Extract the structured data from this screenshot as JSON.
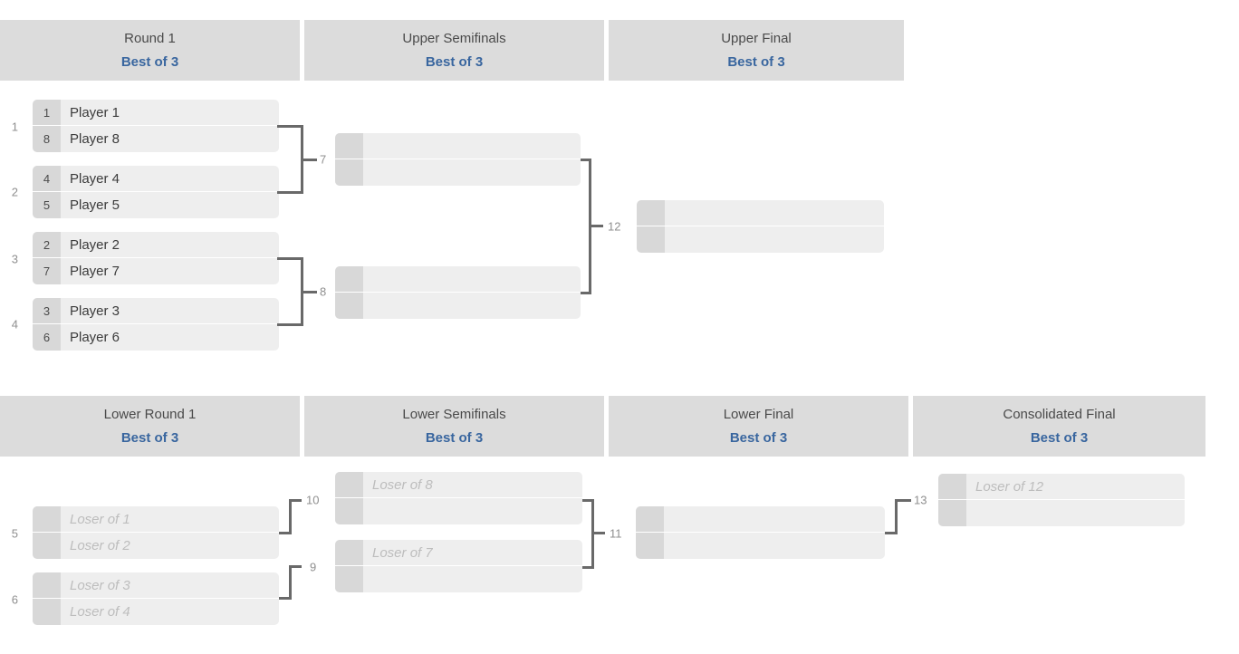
{
  "colors": {
    "best_of_text": "#39669f",
    "header_bg": "#dcdcdc",
    "slot_bg": "#eeeeee",
    "seed_bg": "#d8d8d8",
    "connector": "#696969"
  },
  "upper_bracket": {
    "headers": [
      {
        "title": "Round 1",
        "subtitle": "Best of 3"
      },
      {
        "title": "Upper Semifinals",
        "subtitle": "Best of 3"
      },
      {
        "title": "Upper Final",
        "subtitle": "Best of 3"
      }
    ],
    "matches": {
      "m1": {
        "number": "1",
        "slots": [
          {
            "seed": "1",
            "name": "Player 1"
          },
          {
            "seed": "8",
            "name": "Player 8"
          }
        ]
      },
      "m2": {
        "number": "2",
        "slots": [
          {
            "seed": "4",
            "name": "Player 4"
          },
          {
            "seed": "5",
            "name": "Player 5"
          }
        ]
      },
      "m3": {
        "number": "3",
        "slots": [
          {
            "seed": "2",
            "name": "Player 2"
          },
          {
            "seed": "7",
            "name": "Player 7"
          }
        ]
      },
      "m4": {
        "number": "4",
        "slots": [
          {
            "seed": "3",
            "name": "Player 3"
          },
          {
            "seed": "6",
            "name": "Player 6"
          }
        ]
      },
      "m7": {
        "number": "7",
        "slots": [
          {
            "seed": "",
            "name": ""
          },
          {
            "seed": "",
            "name": ""
          }
        ]
      },
      "m8": {
        "number": "8",
        "slots": [
          {
            "seed": "",
            "name": ""
          },
          {
            "seed": "",
            "name": ""
          }
        ]
      },
      "m12": {
        "number": "12",
        "slots": [
          {
            "seed": "",
            "name": ""
          },
          {
            "seed": "",
            "name": ""
          }
        ]
      }
    }
  },
  "lower_bracket": {
    "headers": [
      {
        "title": "Lower Round 1",
        "subtitle": "Best of 3"
      },
      {
        "title": "Lower Semifinals",
        "subtitle": "Best of 3"
      },
      {
        "title": "Lower Final",
        "subtitle": "Best of 3"
      },
      {
        "title": "Consolidated Final",
        "subtitle": "Best of 3"
      }
    ],
    "matches": {
      "m5": {
        "number": "5",
        "slots": [
          {
            "seed": "",
            "name": "Loser of 1"
          },
          {
            "seed": "",
            "name": "Loser of 2"
          }
        ]
      },
      "m6": {
        "number": "6",
        "slots": [
          {
            "seed": "",
            "name": "Loser of 3"
          },
          {
            "seed": "",
            "name": "Loser of 4"
          }
        ]
      },
      "m10": {
        "number": "10",
        "slots": [
          {
            "seed": "",
            "name": "Loser of 8"
          },
          {
            "seed": "",
            "name": ""
          }
        ]
      },
      "m9": {
        "number": "9",
        "slots": [
          {
            "seed": "",
            "name": "Loser of 7"
          },
          {
            "seed": "",
            "name": ""
          }
        ]
      },
      "m11": {
        "number": "11",
        "slots": [
          {
            "seed": "",
            "name": ""
          },
          {
            "seed": "",
            "name": ""
          }
        ]
      },
      "m13": {
        "number": "13",
        "slots": [
          {
            "seed": "",
            "name": "Loser of 12"
          },
          {
            "seed": "",
            "name": ""
          }
        ]
      }
    }
  }
}
